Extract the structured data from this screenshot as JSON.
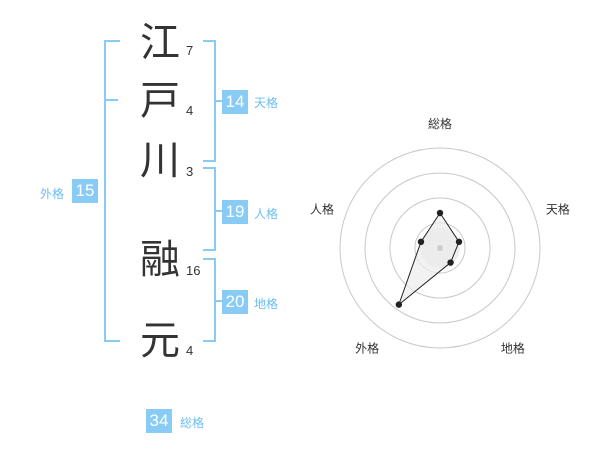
{
  "name_chars": [
    {
      "char": "江",
      "strokes": "7"
    },
    {
      "char": "戸",
      "strokes": "4"
    },
    {
      "char": "川",
      "strokes": "3"
    },
    {
      "char": "融",
      "strokes": "16"
    },
    {
      "char": "元",
      "strokes": "4"
    }
  ],
  "kaku": {
    "tenkaku": {
      "label": "天格",
      "value": "14"
    },
    "jinkaku": {
      "label": "人格",
      "value": "19"
    },
    "chikaku": {
      "label": "地格",
      "value": "20"
    },
    "gaikaku": {
      "label": "外格",
      "value": "15"
    },
    "soukaku": {
      "label": "総格",
      "value": "34"
    }
  },
  "colors": {
    "accent": "#88ccf5",
    "accent_text": "#6cbef2",
    "text": "#333333",
    "ring": "#c8c8c8",
    "polygon_fill": "#ececec",
    "polygon_stroke": "#222222"
  },
  "chart_data": {
    "type": "radar",
    "axes": [
      "総格",
      "天格",
      "地格",
      "外格",
      "人格"
    ],
    "values": [
      0.35,
      0.2,
      0.18,
      0.7,
      0.2
    ],
    "max": 1,
    "rings": 4
  }
}
